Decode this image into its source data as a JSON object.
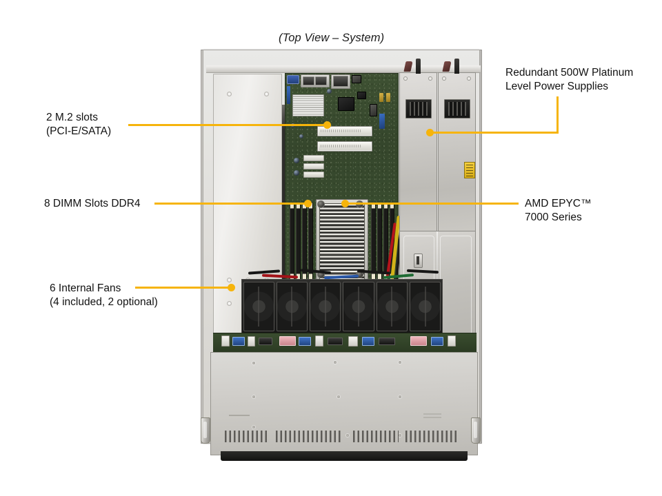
{
  "diagram": {
    "caption": "(Top View – System)",
    "accent_color": "#f6b40b",
    "background_color": "#ffffff"
  },
  "callouts": [
    {
      "id": "m2-slots",
      "lines": [
        "2 M.2 slots",
        "(PCI-E/SATA)"
      ],
      "side": "left",
      "target": "Two M.2 sockets on motherboard"
    },
    {
      "id": "dimm-slots",
      "lines": [
        "8 DIMM Slots DDR4"
      ],
      "side": "left",
      "target": "DIMM banks flanking the CPU"
    },
    {
      "id": "internal-fans",
      "lines": [
        "6 Internal  Fans",
        "(4 included, 2 optional)"
      ],
      "side": "left",
      "target": "Fan wall between motherboard and front panel"
    },
    {
      "id": "power-supplies",
      "lines": [
        "Redundant  500W Platinum",
        "Level Power Supplies"
      ],
      "side": "right",
      "target": "Dual redundant PSU modules"
    },
    {
      "id": "cpu",
      "lines": [
        "AMD EPYC™",
        "7000 Series"
      ],
      "side": "right",
      "target": "CPU heatsink"
    }
  ],
  "server": {
    "view": "top",
    "form_factor": "1U rackmount",
    "components": {
      "m2_slot_count": 2,
      "dimm_slot_count": 8,
      "fan_count": 6,
      "fans_included": 4,
      "fans_optional": 2,
      "psu_count": 2,
      "psu_watts": "500W",
      "psu_efficiency": "Platinum",
      "cpu_family": "AMD EPYC 7000 Series"
    }
  }
}
